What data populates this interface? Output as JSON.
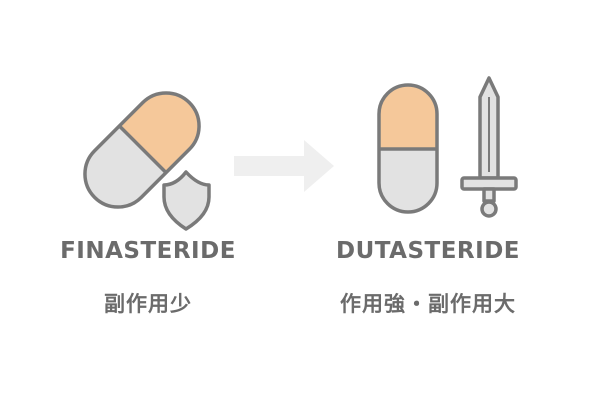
{
  "left": {
    "name": "FINASTERIDE",
    "description": "副作用少"
  },
  "right": {
    "name": "DUTASTERIDE",
    "description": "作用強・副作用大"
  },
  "colors": {
    "outline": "#7a7a7a",
    "capsule_top": "#f5c89a",
    "capsule_bottom": "#e2e2e2",
    "arrow": "#efefef",
    "text": "#6b6b6b"
  },
  "icons": [
    "capsule-icon",
    "shield-icon",
    "arrow-right-icon",
    "sword-icon"
  ]
}
